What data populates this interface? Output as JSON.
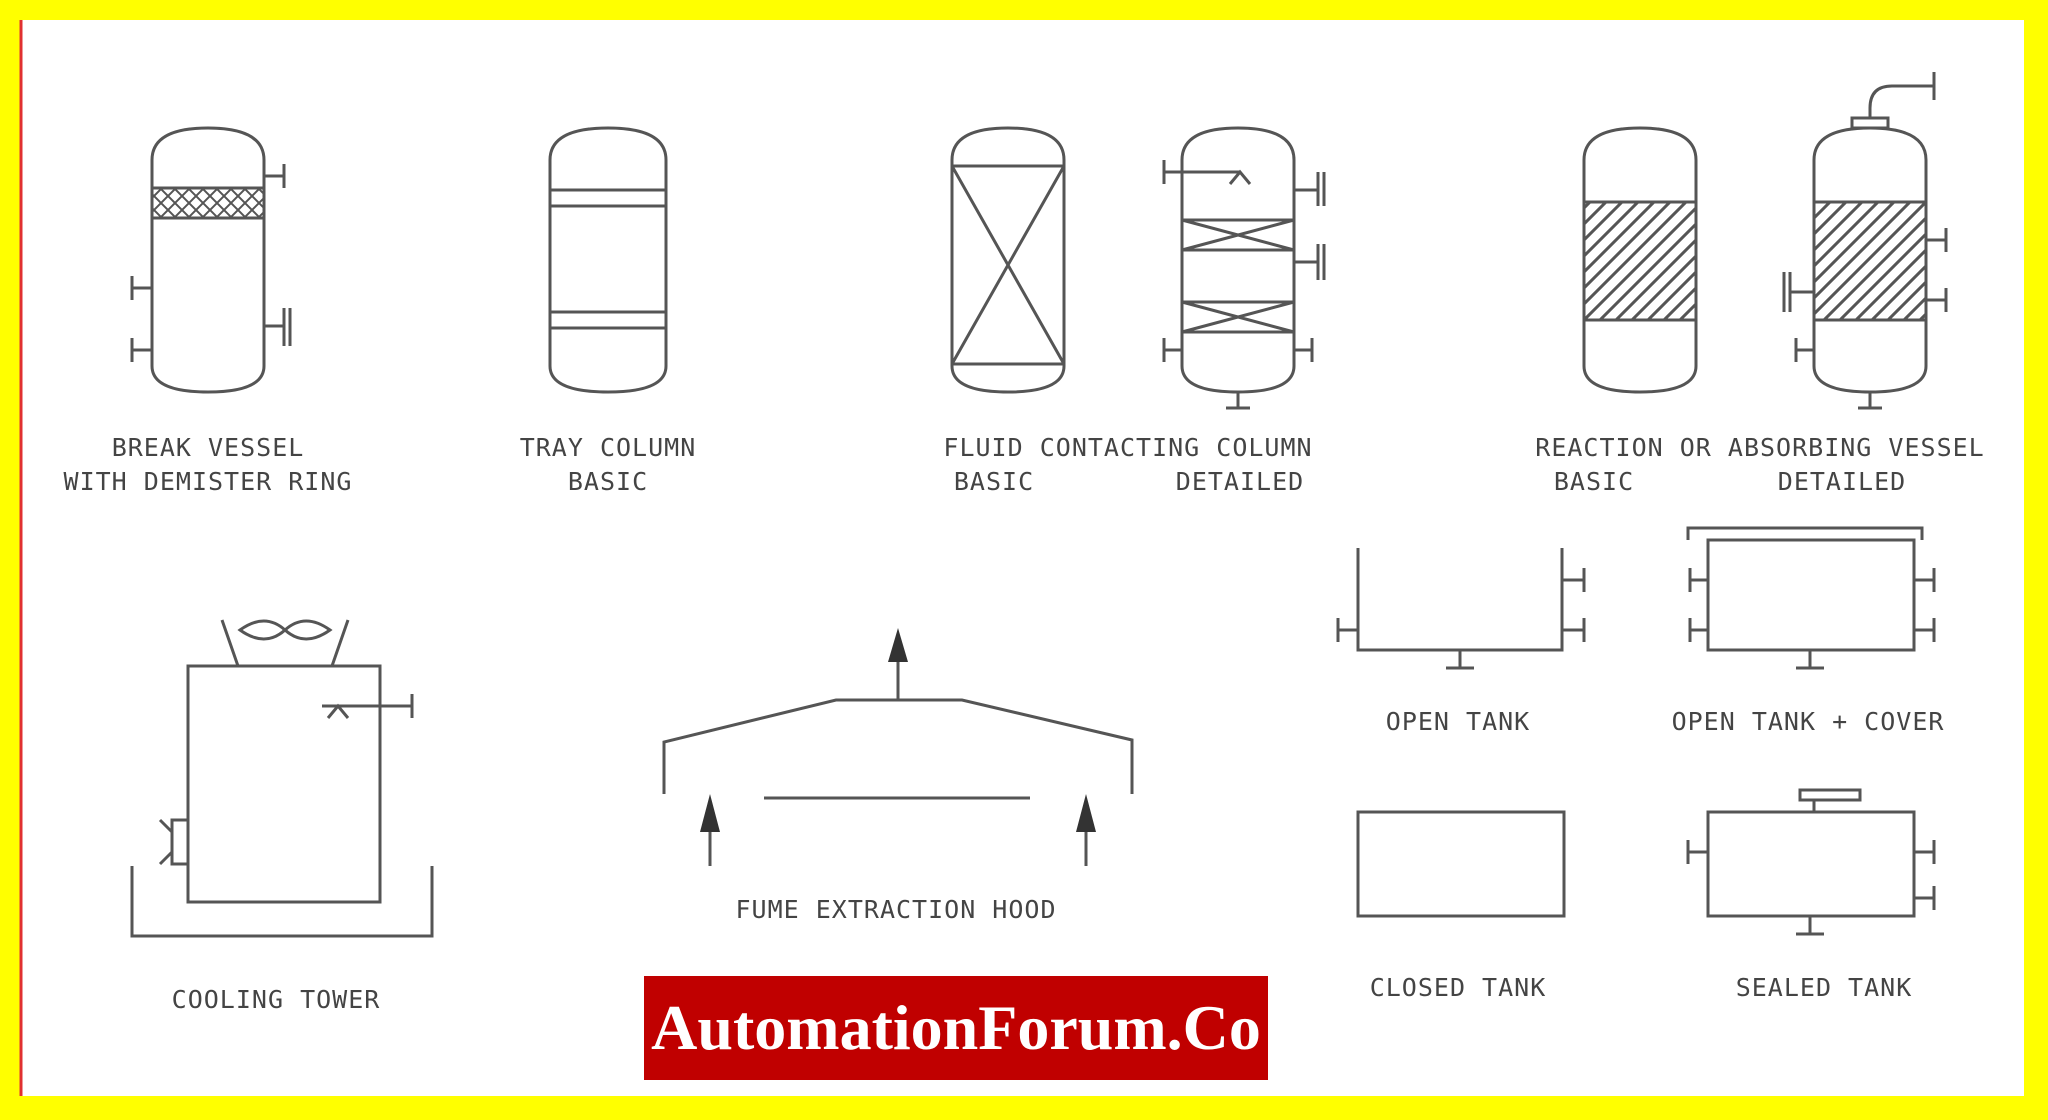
{
  "labels": {
    "break_vessel_1": "BREAK VESSEL",
    "break_vessel_2": "WITH DEMISTER RING",
    "tray_column_1": "TRAY COLUMN",
    "tray_column_2": "BASIC",
    "fluid_contacting_1": "FLUID CONTACTING COLUMN",
    "fluid_contacting_basic": "BASIC",
    "fluid_contacting_detailed": "DETAILED",
    "reaction_vessel_1": "REACTION OR ABSORBING VESSEL",
    "reaction_vessel_basic": "BASIC",
    "reaction_vessel_detailed": "DETAILED",
    "open_tank": "OPEN TANK",
    "open_tank_cover": "OPEN TANK + COVER",
    "closed_tank": "CLOSED TANK",
    "sealed_tank": "SEALED TANK",
    "cooling_tower": "COOLING TOWER",
    "fume_hood": "FUME EXTRACTION HOOD"
  },
  "watermark": "AutomationForum.Co",
  "colors": {
    "border": "#ffff00",
    "background": "#ffffff",
    "line": "#555555",
    "banner_bg": "#c00000",
    "banner_text": "#ffffff"
  }
}
